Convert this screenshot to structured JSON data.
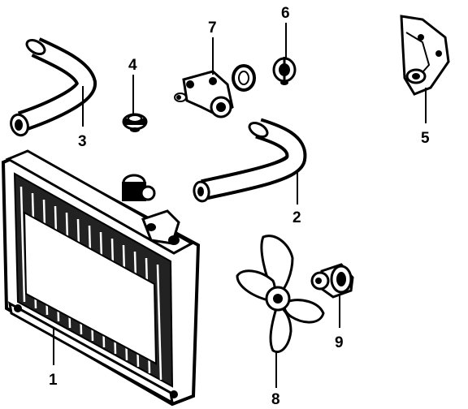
{
  "diagram": {
    "callouts": [
      {
        "key": "c1",
        "text": "1"
      },
      {
        "key": "c2",
        "text": "2"
      },
      {
        "key": "c3",
        "text": "3"
      },
      {
        "key": "c4",
        "text": "4"
      },
      {
        "key": "c5",
        "text": "5"
      },
      {
        "key": "c6",
        "text": "6"
      },
      {
        "key": "c7",
        "text": "7"
      },
      {
        "key": "c8",
        "text": "8"
      },
      {
        "key": "c9",
        "text": "9"
      }
    ],
    "parts": [
      {
        "callout": "1",
        "part": "radiator",
        "icon": "radiator-icon"
      },
      {
        "callout": "2",
        "part": "lower-hose",
        "icon": "hose-icon"
      },
      {
        "callout": "3",
        "part": "upper-hose",
        "icon": "hose-icon"
      },
      {
        "callout": "4",
        "part": "radiator-cap",
        "icon": "cap-icon"
      },
      {
        "callout": "5",
        "part": "water-pump",
        "icon": "pump-icon"
      },
      {
        "callout": "6",
        "part": "thermostat",
        "icon": "thermostat-icon"
      },
      {
        "callout": "7",
        "part": "thermostat-housing",
        "icon": "housing-icon"
      },
      {
        "callout": "8",
        "part": "fan-blade",
        "icon": "fan-icon"
      },
      {
        "callout": "9",
        "part": "fan-motor",
        "icon": "motor-icon"
      }
    ]
  }
}
